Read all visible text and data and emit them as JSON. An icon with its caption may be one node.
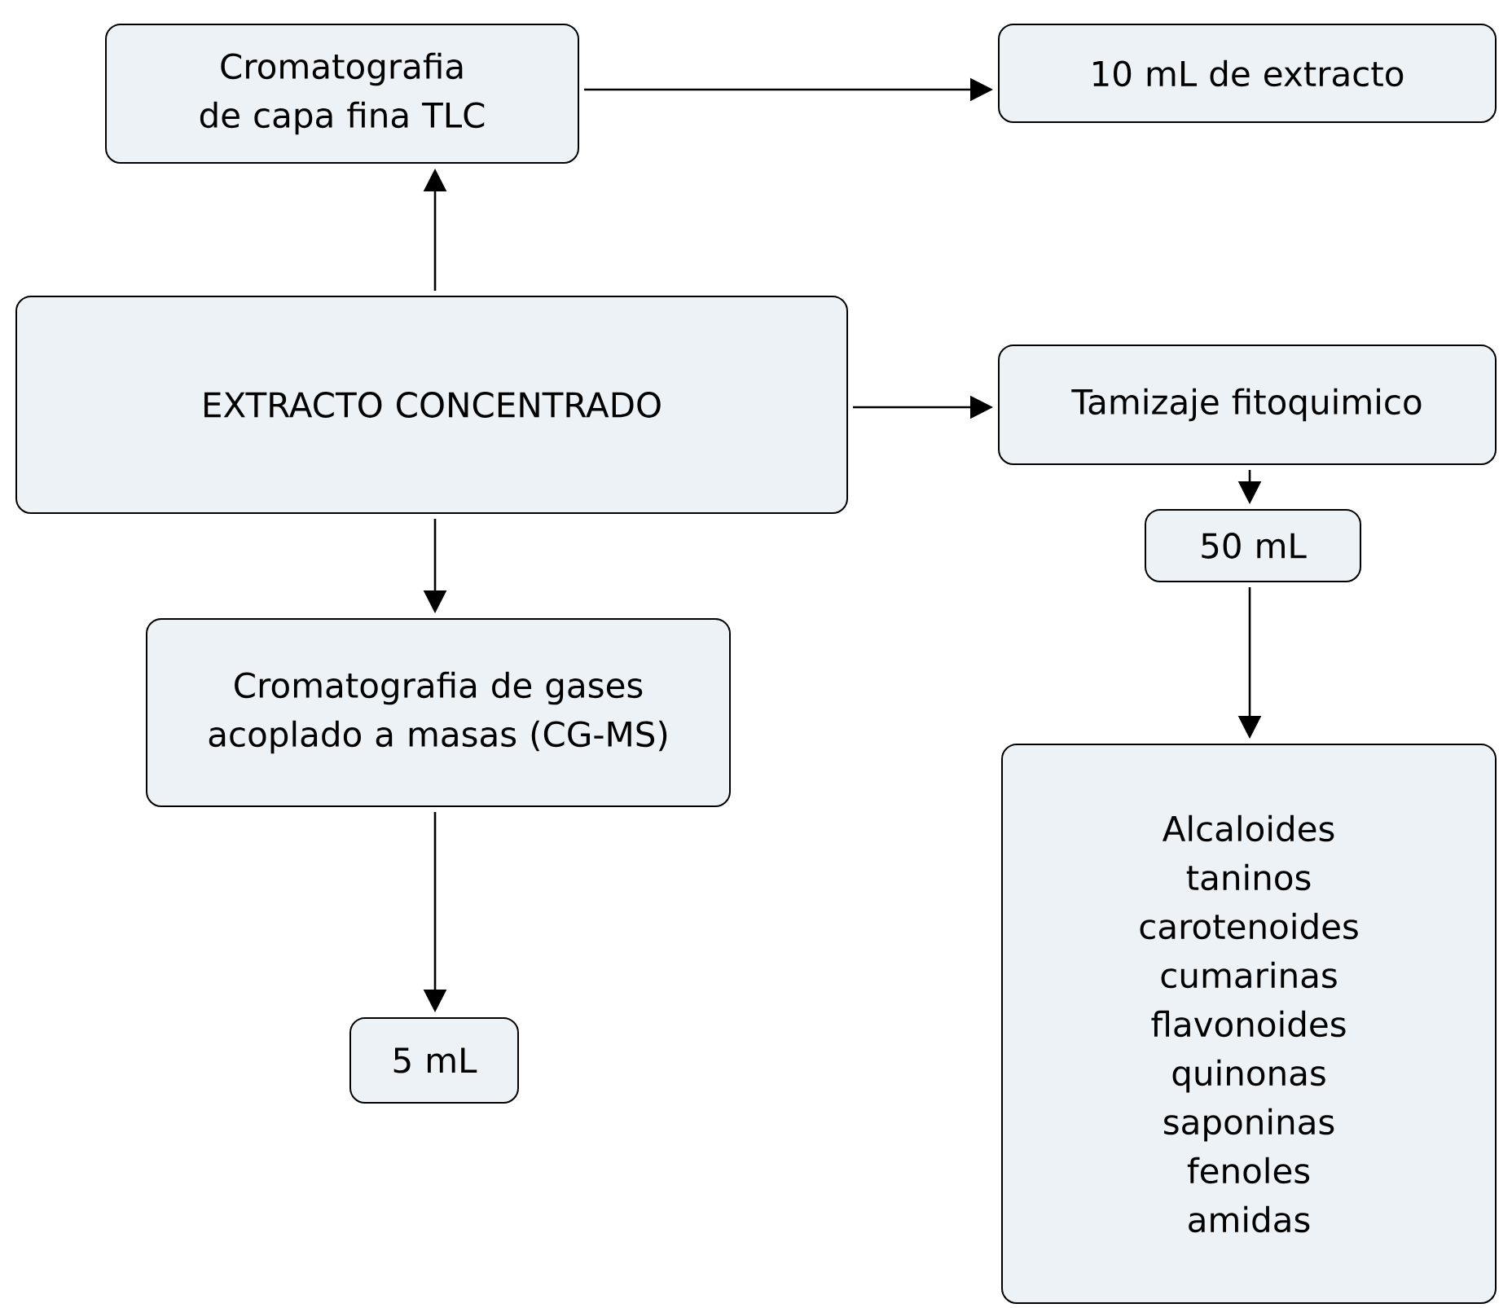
{
  "diagram": {
    "nodes": [
      {
        "text": [
          "Cromatografia de capa fina TLC"
        ]
      },
      {
        "text": [
          "10 mL de extracto"
        ]
      },
      {
        "text": [
          "EXTRACTO CONCENTRADO"
        ]
      },
      {
        "text": [
          "Tamizaje fitoquimico"
        ]
      },
      {
        "text": [
          "50 mL"
        ]
      },
      {
        "text": [
          "Cromatografia de gases acoplado a masas (CG-MS)"
        ]
      },
      {
        "text": [
          "5 mL"
        ]
      },
      {
        "text": [
          "Alcaloides",
          "taninos",
          "carotenoides",
          "cumarinas",
          "flavonoides",
          "quinonas",
          "saponinas",
          "fenoles",
          "amidas"
        ]
      }
    ],
    "edges": [
      {
        "from": 2,
        "to": 0,
        "arrow": "to"
      },
      {
        "from": 0,
        "to": 1,
        "arrow": "to"
      },
      {
        "from": 2,
        "to": 3,
        "arrow": "to"
      },
      {
        "from": 3,
        "to": 4,
        "arrow": "to"
      },
      {
        "from": 4,
        "to": 7,
        "arrow": "to"
      },
      {
        "from": 2,
        "to": 5,
        "arrow": "to"
      },
      {
        "from": 5,
        "to": 6,
        "arrow": "to"
      }
    ]
  }
}
